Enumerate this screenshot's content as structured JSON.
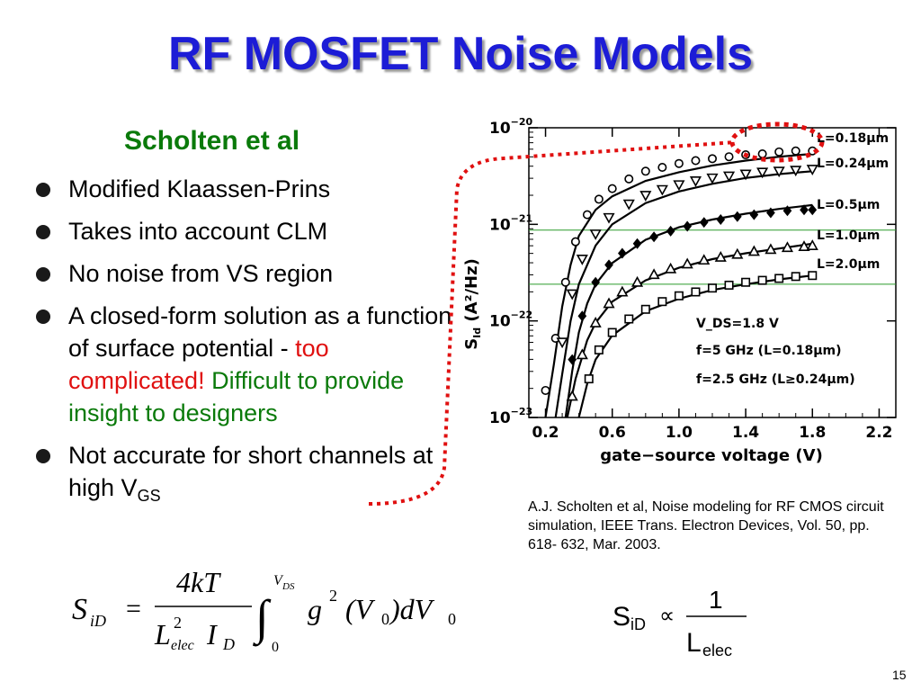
{
  "slide": {
    "title": "RF MOSFET Noise Models",
    "subheading": "Scholten et al",
    "bullets": {
      "b1": "Modified Klaassen-Prins",
      "b2": "Takes into account CLM",
      "b3": "No noise from VS region",
      "b4_part1": "A closed-form solution as a function of surface potential - ",
      "b4_red": "too complicated!",
      "b4_green": " Difficult to provide insight to designers",
      "b5_main": "Not accurate for short channels at high V",
      "b5_sub": "GS"
    },
    "citation": "A.J. Scholten et al, Noise modeling for RF CMOS circuit simulation, IEEE Trans. Electron Devices, Vol. 50, pp. 618- 632, Mar. 2003.",
    "formula1": {
      "lhs": "S",
      "lhs_sub": "iD",
      "eq": "=",
      "numerator": "4kT",
      "den_L": "L",
      "den_L_sup": "2",
      "den_L_sub": "elec",
      "den_I": "I",
      "den_I_sub": "D",
      "int_upper": "V",
      "int_upper_sub": "DS",
      "int_lower": "0",
      "integrand_g": "g",
      "integrand_g_sup": "2",
      "integrand_arg": "(V",
      "integrand_arg_sub": "0",
      "integrand_arg_close": ")dV",
      "integrand_dv_sub": "0"
    },
    "formula2": {
      "lhs": "S",
      "lhs_sub": "iD",
      "propto": "∝",
      "numerator": "1",
      "den": "L",
      "den_sub": "elec"
    },
    "page_number": "15"
  },
  "chart_data": {
    "type": "scatter",
    "xlabel": "gate−source voltage (V)",
    "ylabel": "S_Id (A²/Hz)",
    "xlim": [
      0.1,
      2.3
    ],
    "ylim_log10": [
      -23,
      -20
    ],
    "y_scale": "log",
    "x_ticks": [
      "0.2",
      "0.6",
      "1.0",
      "1.4",
      "1.8",
      "2.2"
    ],
    "x_tick_values": [
      0.2,
      0.6,
      1.0,
      1.4,
      1.8,
      2.2
    ],
    "y_tick_exponents": [
      -20,
      -21,
      -22,
      -23
    ],
    "y_tick_base": "10",
    "y_tick_labels": [
      "−20",
      "−21",
      "−22",
      "−23"
    ],
    "annotations": [
      "V_DS=1.8  V",
      "f=5  GHz  (L=0.18μm)",
      "f=2.5  GHz  (L≥0.24μm)"
    ],
    "series": [
      {
        "name": "L=0.18μm",
        "marker": "circle",
        "points": [
          [
            0.2,
            -22.72
          ],
          [
            0.26,
            -22.18
          ],
          [
            0.32,
            -21.6
          ],
          [
            0.38,
            -21.18
          ],
          [
            0.45,
            -20.9
          ],
          [
            0.52,
            -20.74
          ],
          [
            0.6,
            -20.63
          ],
          [
            0.7,
            -20.53
          ],
          [
            0.8,
            -20.45
          ],
          [
            0.9,
            -20.41
          ],
          [
            1.0,
            -20.37
          ],
          [
            1.1,
            -20.34
          ],
          [
            1.2,
            -20.32
          ],
          [
            1.3,
            -20.3
          ],
          [
            1.4,
            -20.28
          ],
          [
            1.5,
            -20.27
          ],
          [
            1.6,
            -20.25
          ],
          [
            1.7,
            -20.24
          ],
          [
            1.8,
            -20.24
          ]
        ],
        "fit": [
          [
            0.2,
            -23.0
          ],
          [
            0.25,
            -22.45
          ],
          [
            0.3,
            -21.85
          ],
          [
            0.35,
            -21.42
          ],
          [
            0.4,
            -21.12
          ],
          [
            0.5,
            -20.85
          ],
          [
            0.6,
            -20.71
          ],
          [
            0.8,
            -20.55
          ],
          [
            1.0,
            -20.46
          ],
          [
            1.2,
            -20.39
          ],
          [
            1.4,
            -20.34
          ],
          [
            1.6,
            -20.3
          ],
          [
            1.8,
            -20.27
          ]
        ]
      },
      {
        "name": "L=0.24μm",
        "marker": "triangle-down",
        "points": [
          [
            0.3,
            -22.22
          ],
          [
            0.36,
            -21.72
          ],
          [
            0.42,
            -21.36
          ],
          [
            0.5,
            -21.1
          ],
          [
            0.58,
            -20.93
          ],
          [
            0.7,
            -20.79
          ],
          [
            0.8,
            -20.7
          ],
          [
            0.9,
            -20.64
          ],
          [
            1.0,
            -20.59
          ],
          [
            1.1,
            -20.55
          ],
          [
            1.2,
            -20.52
          ],
          [
            1.3,
            -20.5
          ],
          [
            1.4,
            -20.48
          ],
          [
            1.5,
            -20.46
          ],
          [
            1.6,
            -20.45
          ],
          [
            1.7,
            -20.44
          ],
          [
            1.8,
            -20.43
          ]
        ],
        "fit": [
          [
            0.26,
            -23.0
          ],
          [
            0.3,
            -22.55
          ],
          [
            0.35,
            -22.0
          ],
          [
            0.4,
            -21.62
          ],
          [
            0.5,
            -21.22
          ],
          [
            0.6,
            -21.0
          ],
          [
            0.8,
            -20.78
          ],
          [
            1.0,
            -20.66
          ],
          [
            1.2,
            -20.58
          ],
          [
            1.4,
            -20.52
          ],
          [
            1.6,
            -20.48
          ],
          [
            1.8,
            -20.45
          ]
        ]
      },
      {
        "name": "L=0.5μm",
        "marker": "diamond",
        "points": [
          [
            0.36,
            -22.4
          ],
          [
            0.42,
            -21.95
          ],
          [
            0.5,
            -21.6
          ],
          [
            0.58,
            -21.42
          ],
          [
            0.66,
            -21.3
          ],
          [
            0.75,
            -21.2
          ],
          [
            0.85,
            -21.13
          ],
          [
            0.95,
            -21.07
          ],
          [
            1.05,
            -21.02
          ],
          [
            1.15,
            -20.98
          ],
          [
            1.25,
            -20.95
          ],
          [
            1.35,
            -20.92
          ],
          [
            1.45,
            -20.9
          ],
          [
            1.55,
            -20.88
          ],
          [
            1.65,
            -20.86
          ],
          [
            1.75,
            -20.85
          ],
          [
            1.8,
            -20.85
          ]
        ],
        "fit": [
          [
            0.32,
            -23.0
          ],
          [
            0.36,
            -22.52
          ],
          [
            0.4,
            -22.12
          ],
          [
            0.45,
            -21.82
          ],
          [
            0.5,
            -21.62
          ],
          [
            0.6,
            -21.4
          ],
          [
            0.8,
            -21.16
          ],
          [
            1.0,
            -21.03
          ],
          [
            1.2,
            -20.95
          ],
          [
            1.4,
            -20.89
          ],
          [
            1.6,
            -20.84
          ],
          [
            1.8,
            -20.8
          ]
        ]
      },
      {
        "name": "L=1.0μm",
        "marker": "triangle-up",
        "points": [
          [
            0.36,
            -22.78
          ],
          [
            0.42,
            -22.35
          ],
          [
            0.5,
            -22.02
          ],
          [
            0.58,
            -21.82
          ],
          [
            0.66,
            -21.7
          ],
          [
            0.75,
            -21.6
          ],
          [
            0.85,
            -21.52
          ],
          [
            0.95,
            -21.46
          ],
          [
            1.05,
            -21.41
          ],
          [
            1.15,
            -21.37
          ],
          [
            1.25,
            -21.34
          ],
          [
            1.35,
            -21.31
          ],
          [
            1.45,
            -21.28
          ],
          [
            1.55,
            -21.26
          ],
          [
            1.65,
            -21.24
          ],
          [
            1.75,
            -21.23
          ],
          [
            1.8,
            -21.22
          ]
        ],
        "fit": [
          [
            0.33,
            -23.0
          ],
          [
            0.38,
            -22.6
          ],
          [
            0.45,
            -22.2
          ],
          [
            0.5,
            -22.02
          ],
          [
            0.6,
            -21.8
          ],
          [
            0.8,
            -21.58
          ],
          [
            1.0,
            -21.45
          ],
          [
            1.2,
            -21.36
          ],
          [
            1.4,
            -21.3
          ],
          [
            1.6,
            -21.25
          ],
          [
            1.8,
            -21.2
          ]
        ]
      },
      {
        "name": "L=2.0μm",
        "marker": "square",
        "points": [
          [
            0.46,
            -22.6
          ],
          [
            0.52,
            -22.3
          ],
          [
            0.6,
            -22.12
          ],
          [
            0.7,
            -21.98
          ],
          [
            0.8,
            -21.88
          ],
          [
            0.9,
            -21.8
          ],
          [
            1.0,
            -21.74
          ],
          [
            1.1,
            -21.7
          ],
          [
            1.2,
            -21.66
          ],
          [
            1.3,
            -21.63
          ],
          [
            1.4,
            -21.6
          ],
          [
            1.5,
            -21.58
          ],
          [
            1.6,
            -21.56
          ],
          [
            1.7,
            -21.54
          ],
          [
            1.8,
            -21.53
          ]
        ],
        "fit": [
          [
            0.4,
            -23.0
          ],
          [
            0.45,
            -22.65
          ],
          [
            0.5,
            -22.4
          ],
          [
            0.6,
            -22.15
          ],
          [
            0.8,
            -21.9
          ],
          [
            1.0,
            -21.77
          ],
          [
            1.2,
            -21.68
          ],
          [
            1.4,
            -21.62
          ],
          [
            1.6,
            -21.57
          ],
          [
            1.8,
            -21.53
          ]
        ]
      }
    ],
    "reference_lines_log10": [
      -21.06,
      -21.62
    ],
    "callout": "red dotted highlight around L=0.18μm curve end"
  },
  "colors": {
    "title": "#1c1cd6",
    "subheading": "#0a7a0a",
    "emphasis_red": "#e01010",
    "emphasis_green": "#0a7a0a",
    "callout": "#e01010",
    "reference_line": "#2a9a2a"
  }
}
